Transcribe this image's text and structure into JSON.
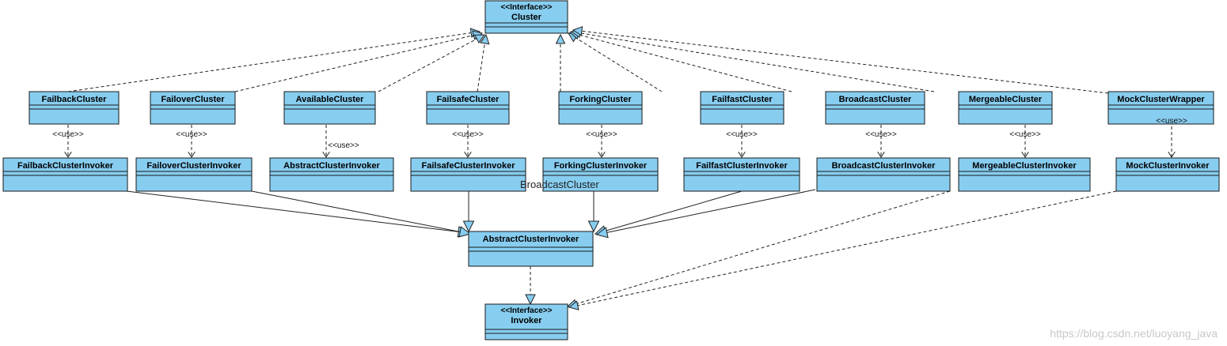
{
  "interfaces": {
    "cluster": {
      "stereotype": "<<Interface>>",
      "name": "Cluster"
    },
    "invoker": {
      "stereotype": "<<Interface>>",
      "name": "Invoker"
    }
  },
  "clusters": [
    "FailbackCluster",
    "FailoverCluster",
    "AvailableCluster",
    "FailsafeCluster",
    "ForkingCluster",
    "FailfastCluster",
    "BroadcastCluster",
    "MergeableCluster",
    "MockClusterWrapper"
  ],
  "invokers": [
    "FailbackClusterInvoker",
    "FailoverClusterInvoker",
    "AbstractClusterInvoker",
    "FailsafeClusterInvoker",
    "ForkingClusterInvoker",
    "FailfastClusterInvoker",
    "BroadcastClusterInvoker",
    "MergeableClusterInvoker",
    "MockClusterInvoker"
  ],
  "abstract_invoker": "AbstractClusterInvoker",
  "use_label": "<<use>>",
  "stray_label": "BroadcastCluster",
  "watermark": "https://blog.csdn.net/luoyang_java",
  "colors": {
    "box_fill": "#87cdf0",
    "border": "#1a1a1a",
    "arrow_fill": "#87cdf0",
    "watermark": "#c8c8c8"
  }
}
